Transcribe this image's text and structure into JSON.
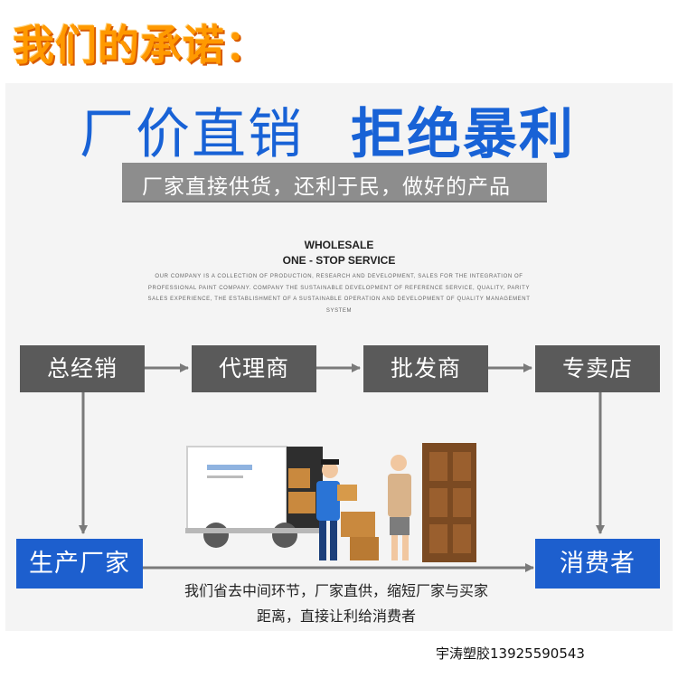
{
  "header": {
    "promise": "我们的承诺："
  },
  "banner": {
    "headline_left": "厂价直销",
    "headline_right": "拒绝暴利",
    "subtitle": "厂家直接供货，还利于民，做好的产品"
  },
  "wholesale": {
    "line1": "WHOLESALE",
    "line2": "ONE - STOP SERVICE",
    "description": "OUR COMPANY IS A COLLECTION OF PRODUCTION, RESEARCH AND DEVELOPMENT, SALES FOR THE INTEGRATION OF PROFESSIONAL PAINT COMPANY. COMPANY THE SUSTAINABLE DEVELOPMENT OF REFERENCE SERVICE, QUALITY, PARITY SALES EXPERIENCE, THE ESTABLISHMENT OF A SUSTAINABLE OPERATION AND DEVELOPMENT OF QUALITY MANAGEMENT SYSTEM"
  },
  "flow": {
    "steps": [
      "总经销",
      "代理商",
      "批发商",
      "专卖店"
    ],
    "manufacturer": "生产厂家",
    "consumer": "消费者",
    "bottom_line1": "我们省去中间环节，厂家直供，缩短厂家与买家",
    "bottom_line2": "距离，直接让利给消费者"
  },
  "contact": "宇涛塑胶13925590543",
  "colors": {
    "accent_orange": "#ff9900",
    "brand_blue": "#1d5fce",
    "box_gray": "#5a5a5a"
  }
}
